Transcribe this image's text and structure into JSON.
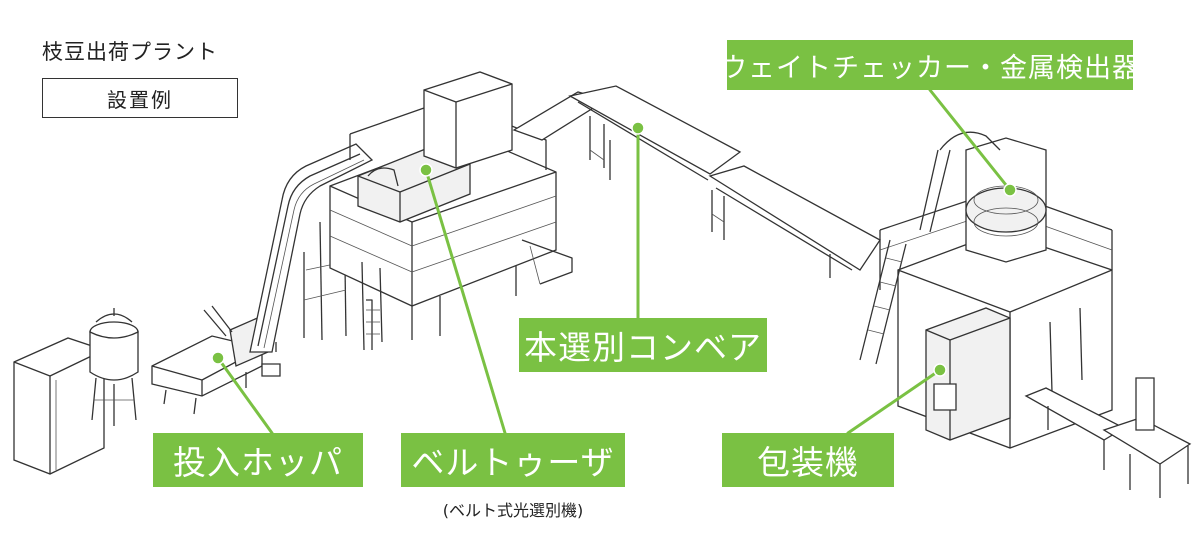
{
  "title": "枝豆出荷プラント",
  "subtitle": "設置例",
  "labels": {
    "weight_checker": "ウェイトチェッカー・金属検出器",
    "main_conveyor": "本選別コンベア",
    "hopper": "投入ホッパ",
    "belt_sorter": "ベルトゥーザ",
    "belt_sorter_note": "(ベルト式光選別機)",
    "packaging": "包装機"
  },
  "colors": {
    "accent": "#7ac143",
    "line": "#333333",
    "background": "#ffffff"
  }
}
